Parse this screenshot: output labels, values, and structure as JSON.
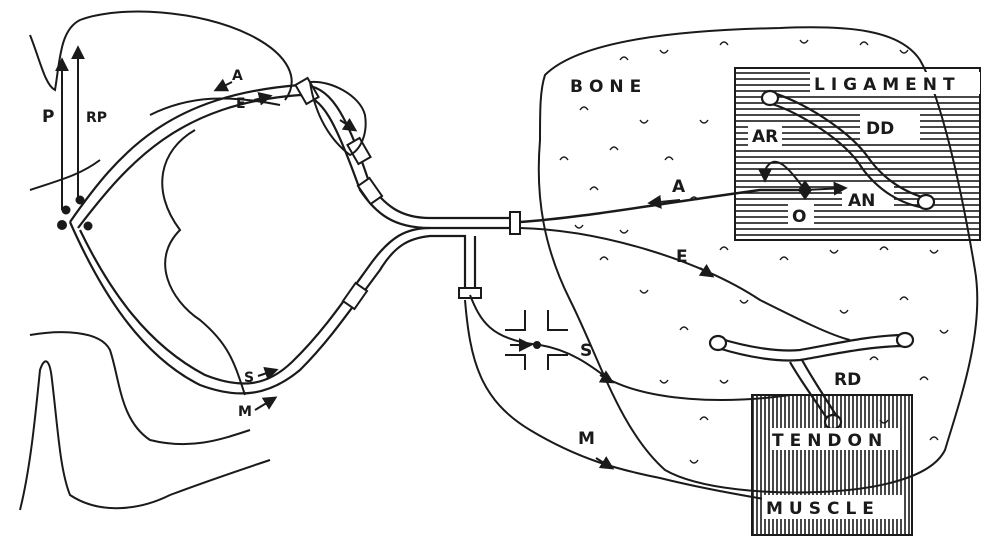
{
  "labels": {
    "bone": "BONE",
    "ligament": "LIGAMENT",
    "tendon": "TENDON",
    "muscle": "MUSCLE",
    "dd": "DD",
    "ar": "AR",
    "an": "AN",
    "rd": "RD",
    "o": "O",
    "p": "P",
    "rp": "RP",
    "a_left": "A",
    "e_left": "E",
    "s_left": "S",
    "m_left": "M",
    "a_right": "A",
    "e_right": "E",
    "s_right": "S",
    "m_right": "M"
  },
  "colors": {
    "ink": "#1a1a1a",
    "paper": "#ffffff"
  }
}
